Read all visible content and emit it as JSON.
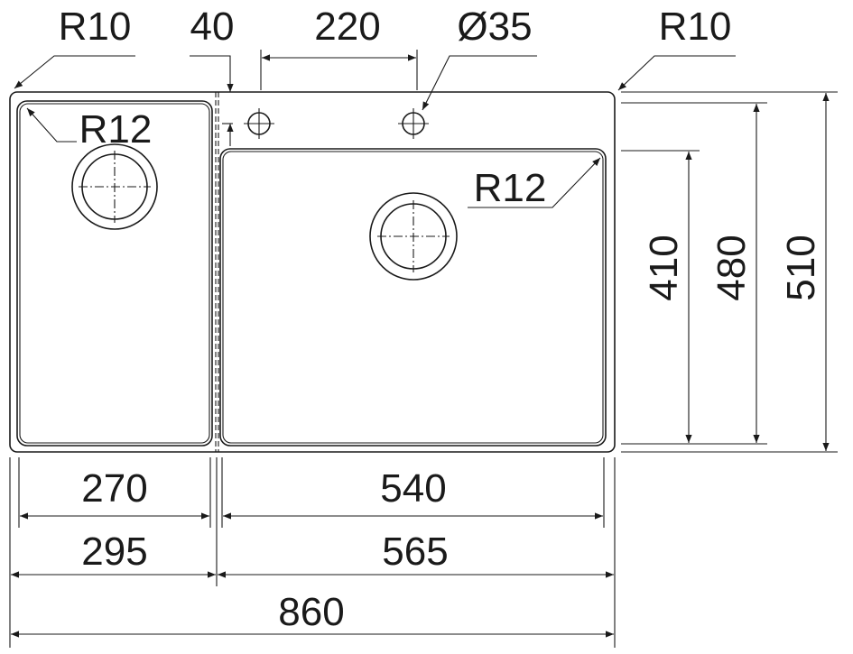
{
  "title": "Double sink dimension drawing",
  "labels": {
    "radius_outer_left": "R10",
    "radius_outer_right": "R10",
    "tap_offset": "40",
    "tap_spacing": "220",
    "tap_hole_diameter": "Ø35",
    "radius_small_bowl": "R12",
    "radius_large_bowl": "R12",
    "small_bowl_width": "270",
    "large_bowl_width": "540",
    "small_section_width": "295",
    "large_section_width": "565",
    "total_width": "860",
    "large_bowl_depth": "410",
    "small_bowl_depth": "480",
    "total_depth": "510"
  }
}
